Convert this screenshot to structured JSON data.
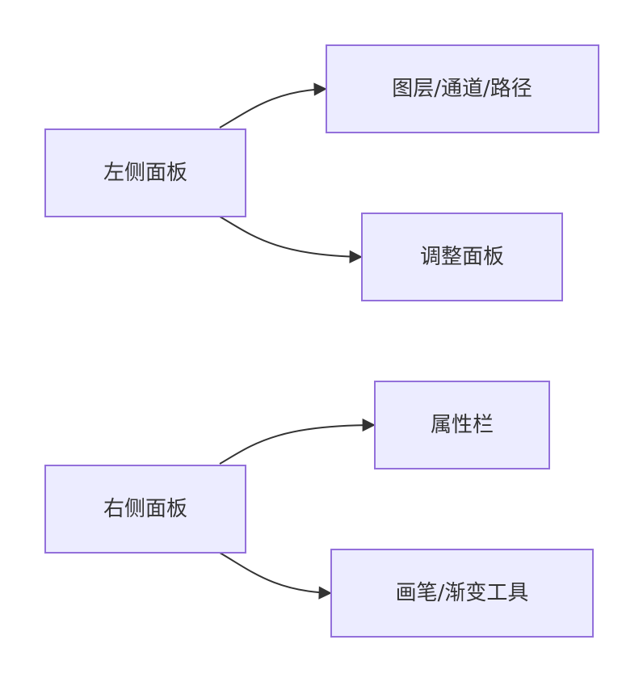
{
  "diagram": {
    "nodes": {
      "left_panel": "左侧面板",
      "layers": "图层/通道/路径",
      "adjust": "调整面板",
      "right_panel": "右侧面板",
      "properties": "属性栏",
      "brush": "画笔/渐变工具"
    },
    "edges": [
      {
        "from": "left_panel",
        "to": "layers"
      },
      {
        "from": "left_panel",
        "to": "adjust"
      },
      {
        "from": "right_panel",
        "to": "properties"
      },
      {
        "from": "right_panel",
        "to": "brush"
      }
    ],
    "colors": {
      "node_fill": "#ECECFF",
      "node_stroke": "#9370DB",
      "edge": "#333333",
      "text": "#333333"
    }
  }
}
